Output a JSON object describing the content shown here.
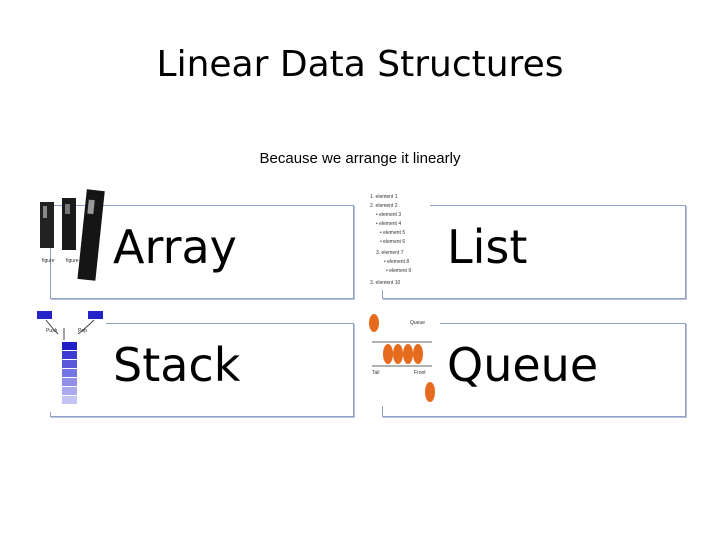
{
  "title": "Linear Data Structures",
  "subtitle": "Because we arrange it linearly",
  "cards": [
    {
      "label": "Array",
      "icon": "array-icon"
    },
    {
      "label": "List",
      "icon": "list-icon"
    },
    {
      "label": "Stack",
      "icon": "stack-icon"
    },
    {
      "label": "Queue",
      "icon": "queue-icon"
    }
  ],
  "list_thumbnail": {
    "items": [
      "1. element 1",
      "2. element 2",
      "• element 3",
      "• element 4",
      "• element 5",
      "• element 6",
      "3. element 7",
      "• element 8",
      "• element 9",
      "3. element 10"
    ]
  },
  "stack_thumbnail": {
    "push_label": "Push",
    "pop_label": "Pop"
  },
  "queue_thumbnail": {
    "top_label": "Queue",
    "tail_label": "Tail",
    "front_label": "Front"
  },
  "colors": {
    "card_border": "#8ea0c6",
    "stack_blue": "#2323c8",
    "queue_orange": "#e56b1f"
  }
}
